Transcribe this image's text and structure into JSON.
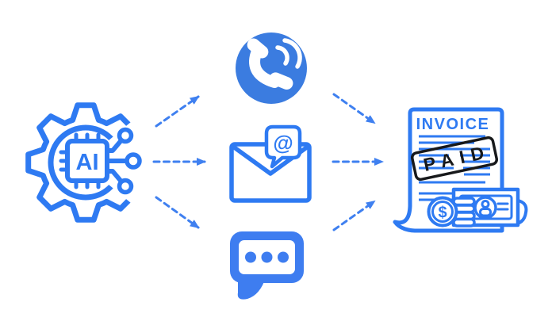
{
  "diagram": {
    "description_texts": {
      "ai_chip_label": "AI",
      "email_bubble_symbol": "@",
      "invoice_heading": "INVOICE",
      "invoice_stamp": "PAID",
      "coin_currency_symbol": "$"
    },
    "channels": [
      {
        "id": "phone",
        "icon": "phone-call-icon"
      },
      {
        "id": "email",
        "icon": "email-at-icon"
      },
      {
        "id": "chat",
        "icon": "chat-dots-icon"
      }
    ],
    "flow_edges": [
      {
        "from": "ai-chip",
        "to": "phone"
      },
      {
        "from": "ai-chip",
        "to": "email"
      },
      {
        "from": "ai-chip",
        "to": "chat"
      },
      {
        "from": "phone",
        "to": "invoice-paid"
      },
      {
        "from": "email",
        "to": "invoice-paid"
      },
      {
        "from": "chat",
        "to": "invoice-paid"
      }
    ],
    "colors": {
      "background": "#ffffff",
      "primary_blue": "#2e7af2",
      "solid_blue": "#3e7df0",
      "phone_circle_blue": "#3b7ce0",
      "arrow_blue": "#3f80f0",
      "stamp_black": "#17191b"
    }
  }
}
